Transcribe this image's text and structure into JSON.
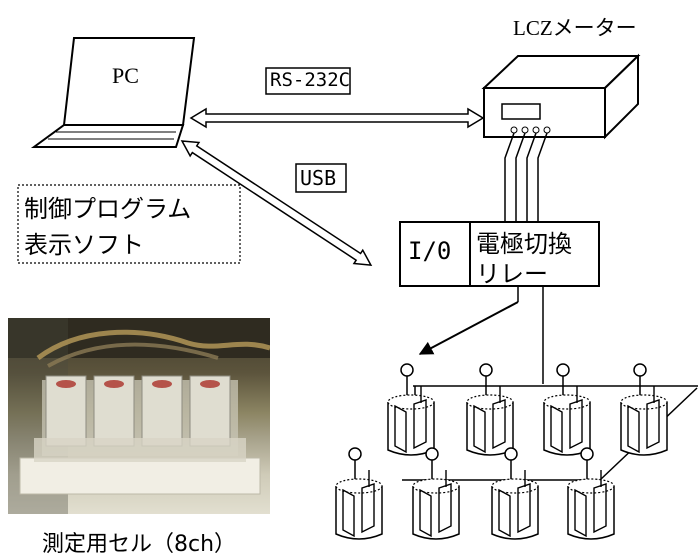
{
  "labels": {
    "lcz_meter": "LCZメーター",
    "pc": "PC",
    "rs232c": "RS-232C",
    "usb": "USB",
    "control_software": [
      "制御プログラム",
      "表示ソフト"
    ],
    "io": "I/0",
    "relay": [
      "電極切換",
      "リレー"
    ],
    "cell_caption": "測定用セル（8ch）"
  },
  "channel_count": 8
}
